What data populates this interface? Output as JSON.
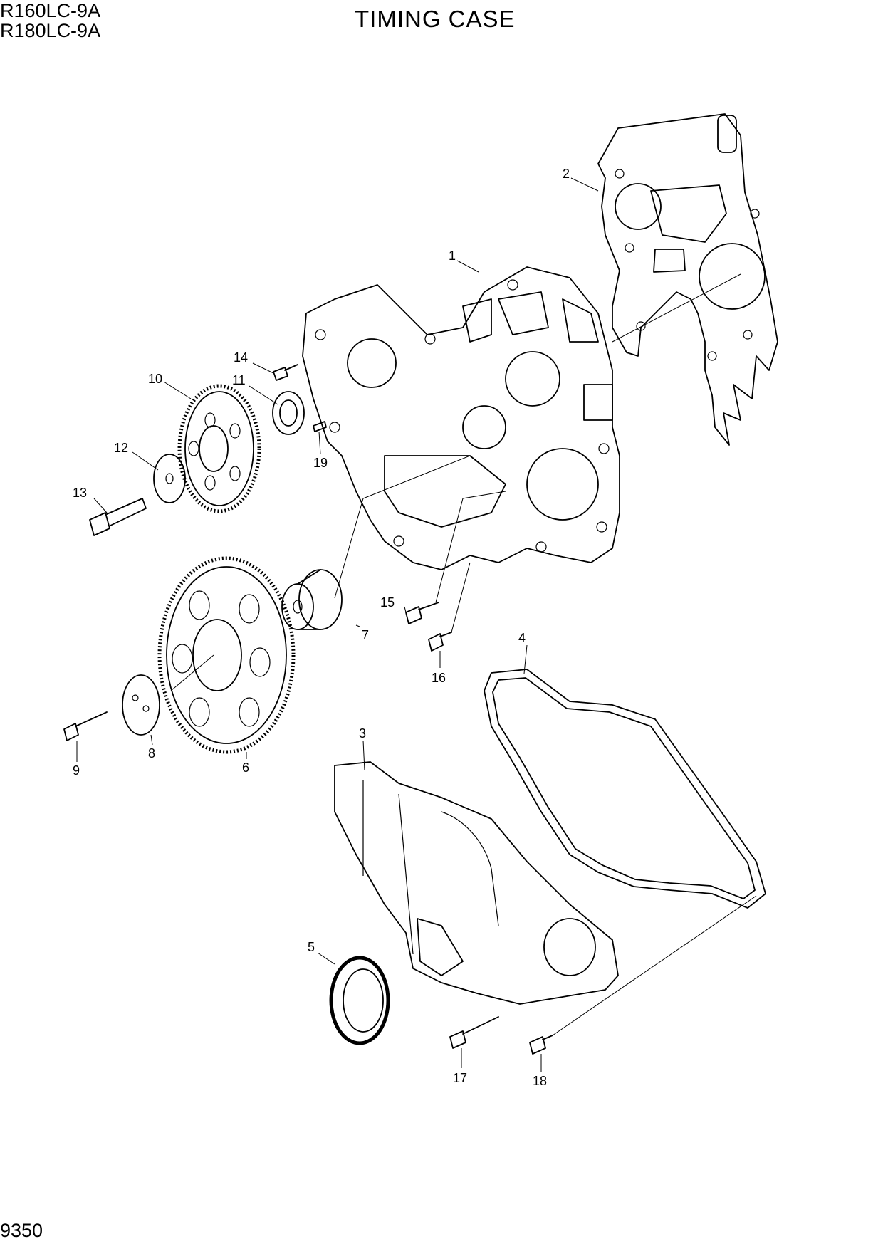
{
  "header": {
    "models": [
      "R160LC-9A",
      "R180LC-9A"
    ],
    "title": "TIMING CASE"
  },
  "footer": {
    "page_number": "9350"
  },
  "callouts": [
    "1",
    "2",
    "3",
    "4",
    "5",
    "6",
    "7",
    "8",
    "9",
    "10",
    "11",
    "12",
    "13",
    "14",
    "15",
    "16",
    "17",
    "18",
    "19"
  ]
}
